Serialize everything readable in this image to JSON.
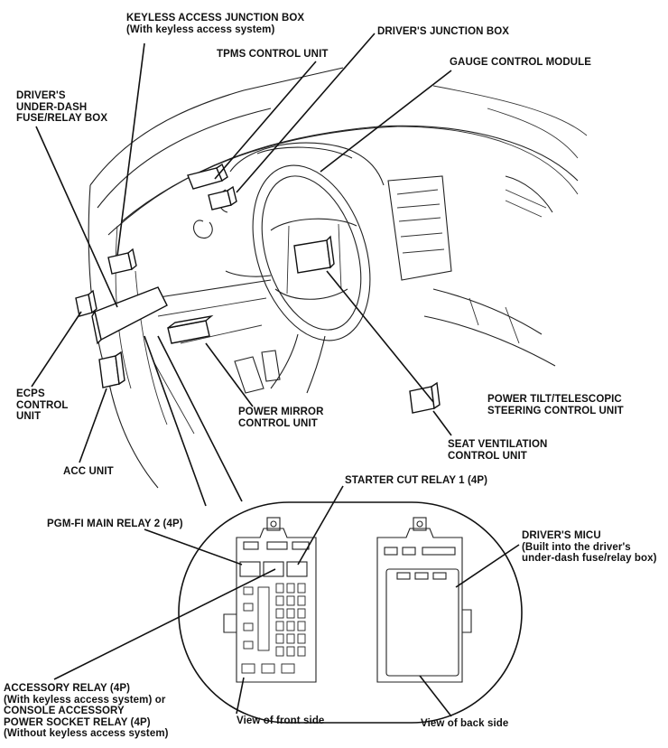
{
  "labels": {
    "keyless_box": [
      "KEYLESS ACCESS JUNCTION BOX",
      "(With keyless access system)"
    ],
    "drivers_junction": [
      "DRIVER'S JUNCTION BOX"
    ],
    "tpms": [
      "TPMS CONTROL UNIT"
    ],
    "gauge": [
      "GAUGE CONTROL MODULE"
    ],
    "underdash": [
      "DRIVER'S",
      "UNDER-DASH",
      "FUSE/RELAY BOX"
    ],
    "ecps": [
      "ECPS",
      "CONTROL",
      "UNIT"
    ],
    "acc": [
      "ACC UNIT"
    ],
    "mirror": [
      "POWER MIRROR",
      "CONTROL UNIT"
    ],
    "tilt": [
      "POWER TILT/TELESCOPIC",
      "STEERING CONTROL UNIT"
    ],
    "seat": [
      "SEAT VENTILATION",
      "CONTROL UNIT"
    ],
    "starter": [
      "STARTER CUT RELAY 1 (4P)"
    ],
    "pgmfi": [
      "PGM-FI MAIN RELAY 2 (4P)"
    ],
    "micu": [
      "DRIVER'S MICU",
      "(Built into the driver's",
      "under-dash fuse/relay box)"
    ],
    "accessory": [
      "ACCESSORY RELAY (4P)",
      "(With keyless access system) or",
      "CONSOLE ACCESSORY",
      "POWER SOCKET RELAY (4P)",
      "(Without keyless access system)"
    ],
    "front_view": [
      "View of front side"
    ],
    "back_view": [
      "View of back side"
    ]
  }
}
